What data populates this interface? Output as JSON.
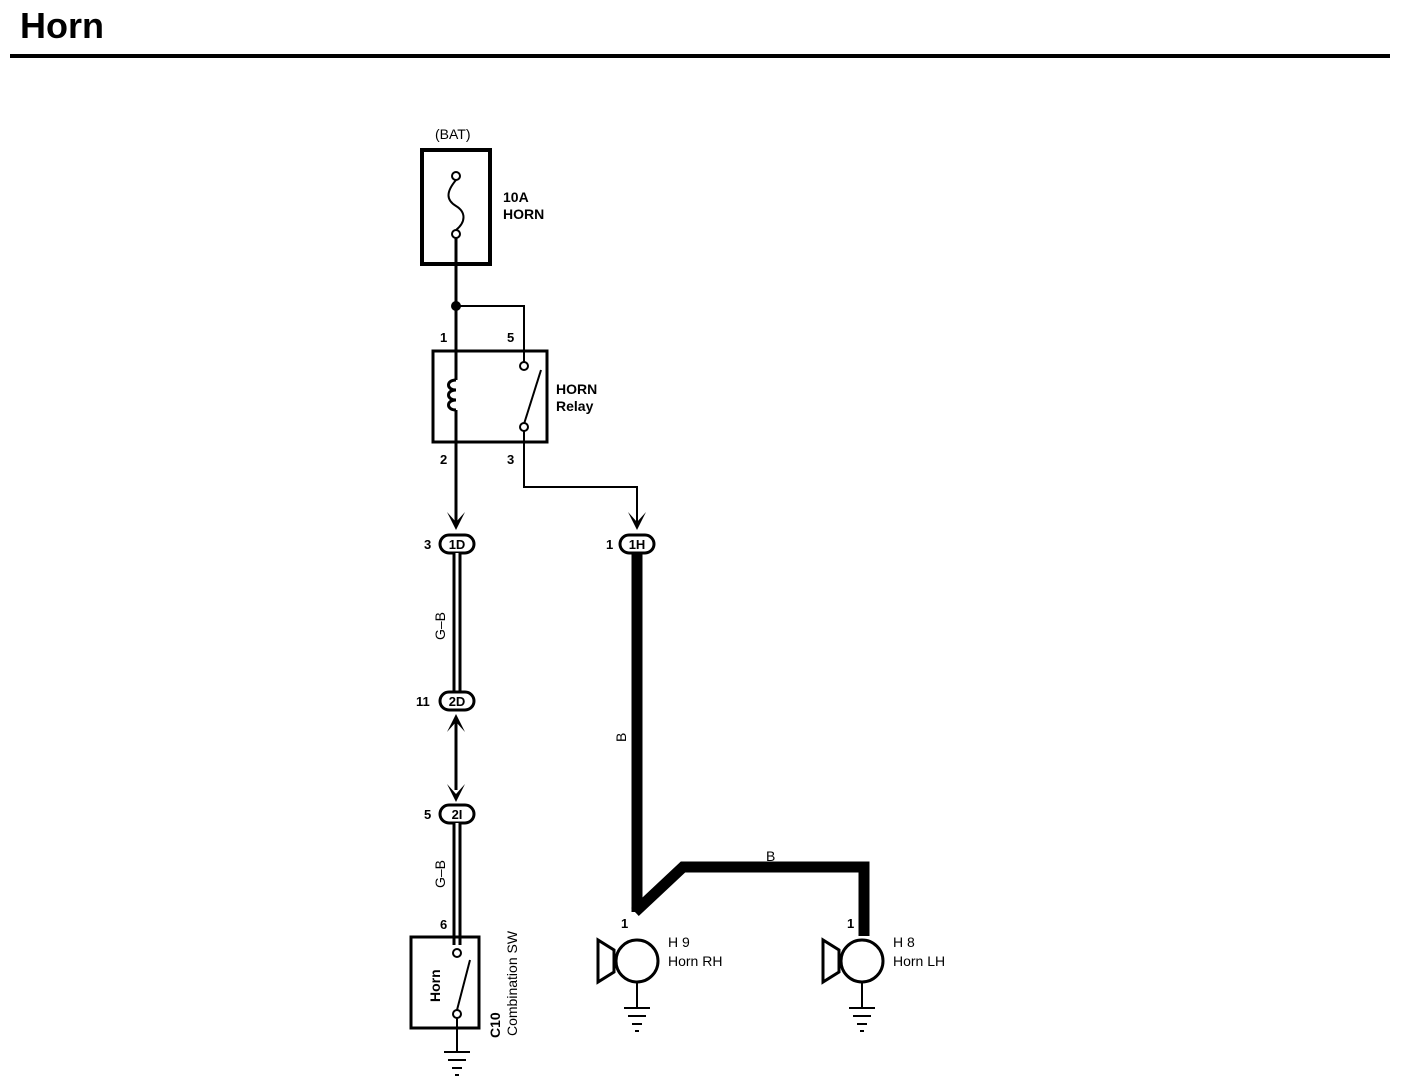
{
  "title": "Horn",
  "battery": {
    "label": "(BAT)"
  },
  "fuse": {
    "rating": "10A",
    "name": "HORN"
  },
  "relay": {
    "name_line1": "HORN",
    "name_line2": "Relay",
    "pins": {
      "p1": "1",
      "p5": "5",
      "p2": "2",
      "p3": "3"
    }
  },
  "connectors": {
    "c1d": {
      "pin": "3",
      "id": "1D"
    },
    "c2d": {
      "pin": "11",
      "id": "2D"
    },
    "c2i": {
      "pin": "5",
      "id": "2I"
    },
    "c1h": {
      "pin": "1",
      "id": "1H"
    }
  },
  "wires": {
    "gb_upper": "G–B",
    "gb_lower": "G–B",
    "b_vertical": "B",
    "b_horizontal": "B"
  },
  "combination_switch": {
    "pin": "6",
    "inner_label": "Horn",
    "code": "C10",
    "name": "Combination SW"
  },
  "horn_rh": {
    "pin": "1",
    "code": "H 9",
    "name": "Horn RH"
  },
  "horn_lh": {
    "pin": "1",
    "code": "H 8",
    "name": "Horn LH"
  },
  "colors": {
    "line": "#000000",
    "background": "#ffffff"
  }
}
